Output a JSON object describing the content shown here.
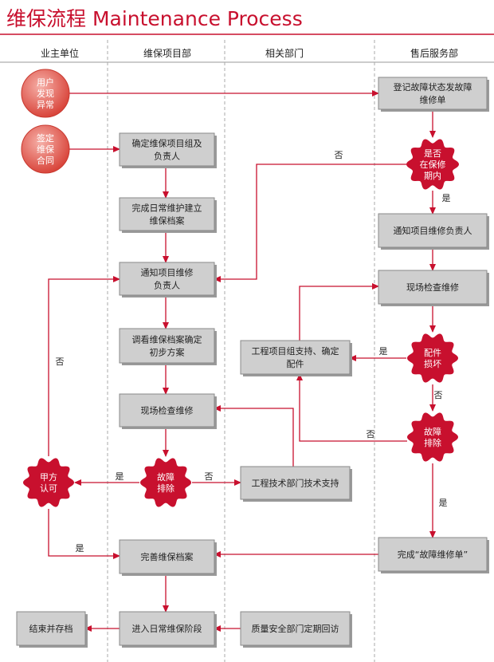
{
  "title": "维保流程 Maintenance Process",
  "lanes": [
    "业主单位",
    "维保项目部",
    "相关部门",
    "售后服务部"
  ],
  "colors": {
    "accent": "#c8102e",
    "box_fill": "#cfcfcf",
    "box_stroke": "#888888",
    "arrow": "#c8102e",
    "text": "#222222"
  },
  "nodes": [
    {
      "id": "user-found",
      "kind": "circle",
      "lines": [
        "用户",
        "发现",
        "异常"
      ]
    },
    {
      "id": "sign-contract",
      "kind": "circle",
      "lines": [
        "签定",
        "维保",
        "合同"
      ]
    },
    {
      "id": "register-fault",
      "kind": "box",
      "lines": [
        "登记故障状态发故障",
        "维修单"
      ]
    },
    {
      "id": "in-warranty",
      "kind": "flower",
      "lines": [
        "是否",
        "在保修",
        "期内"
      ]
    },
    {
      "id": "confirm-team",
      "kind": "box",
      "lines": [
        "确定维保项目组及",
        "负责人"
      ]
    },
    {
      "id": "notify-lead-right",
      "kind": "box",
      "lines": [
        "通知项目维修负责人"
      ]
    },
    {
      "id": "daily-maint",
      "kind": "box",
      "lines": [
        "完成日常维护建立",
        "维保档案"
      ]
    },
    {
      "id": "notify-lead-mid",
      "kind": "box",
      "lines": [
        "通知项目维修",
        "负责人"
      ]
    },
    {
      "id": "onsite-right",
      "kind": "box",
      "lines": [
        "现场检查维修"
      ]
    },
    {
      "id": "review-plan",
      "kind": "box",
      "lines": [
        "调看维保档案确定",
        "初步方案"
      ]
    },
    {
      "id": "project-support",
      "kind": "box",
      "lines": [
        "工程项目组支持、确定",
        "配件"
      ]
    },
    {
      "id": "parts-damaged",
      "kind": "flower",
      "lines": [
        "配件",
        "损坏"
      ]
    },
    {
      "id": "onsite-mid",
      "kind": "box",
      "lines": [
        "现场检查维修"
      ]
    },
    {
      "id": "fault-cleared-right",
      "kind": "flower",
      "lines": [
        "故障",
        "排除"
      ]
    },
    {
      "id": "owner-approve",
      "kind": "flower",
      "lines": [
        "甲方",
        "认可"
      ]
    },
    {
      "id": "fault-cleared-mid",
      "kind": "flower",
      "lines": [
        "故障",
        "排除"
      ]
    },
    {
      "id": "tech-support",
      "kind": "box",
      "lines": [
        "工程技术部门技术支持"
      ]
    },
    {
      "id": "complete-order",
      "kind": "box",
      "lines": [
        "完成“故障维修单”"
      ]
    },
    {
      "id": "improve-archive",
      "kind": "box",
      "lines": [
        "完善维保档案"
      ]
    },
    {
      "id": "end-archive",
      "kind": "box",
      "lines": [
        "结束并存档"
      ]
    },
    {
      "id": "enter-daily",
      "kind": "box",
      "lines": [
        "进入日常维保阶段"
      ]
    },
    {
      "id": "quality-visit",
      "kind": "box",
      "lines": [
        "质量安全部门定期回访"
      ]
    }
  ],
  "edge_labels": {
    "no_1": "否",
    "yes_1": "是",
    "no_2": "否",
    "yes_2": "是",
    "no_3": "否",
    "no_4": "否",
    "yes_3": "是",
    "no_5": "否",
    "yes_4": "是",
    "yes_5": "是"
  }
}
